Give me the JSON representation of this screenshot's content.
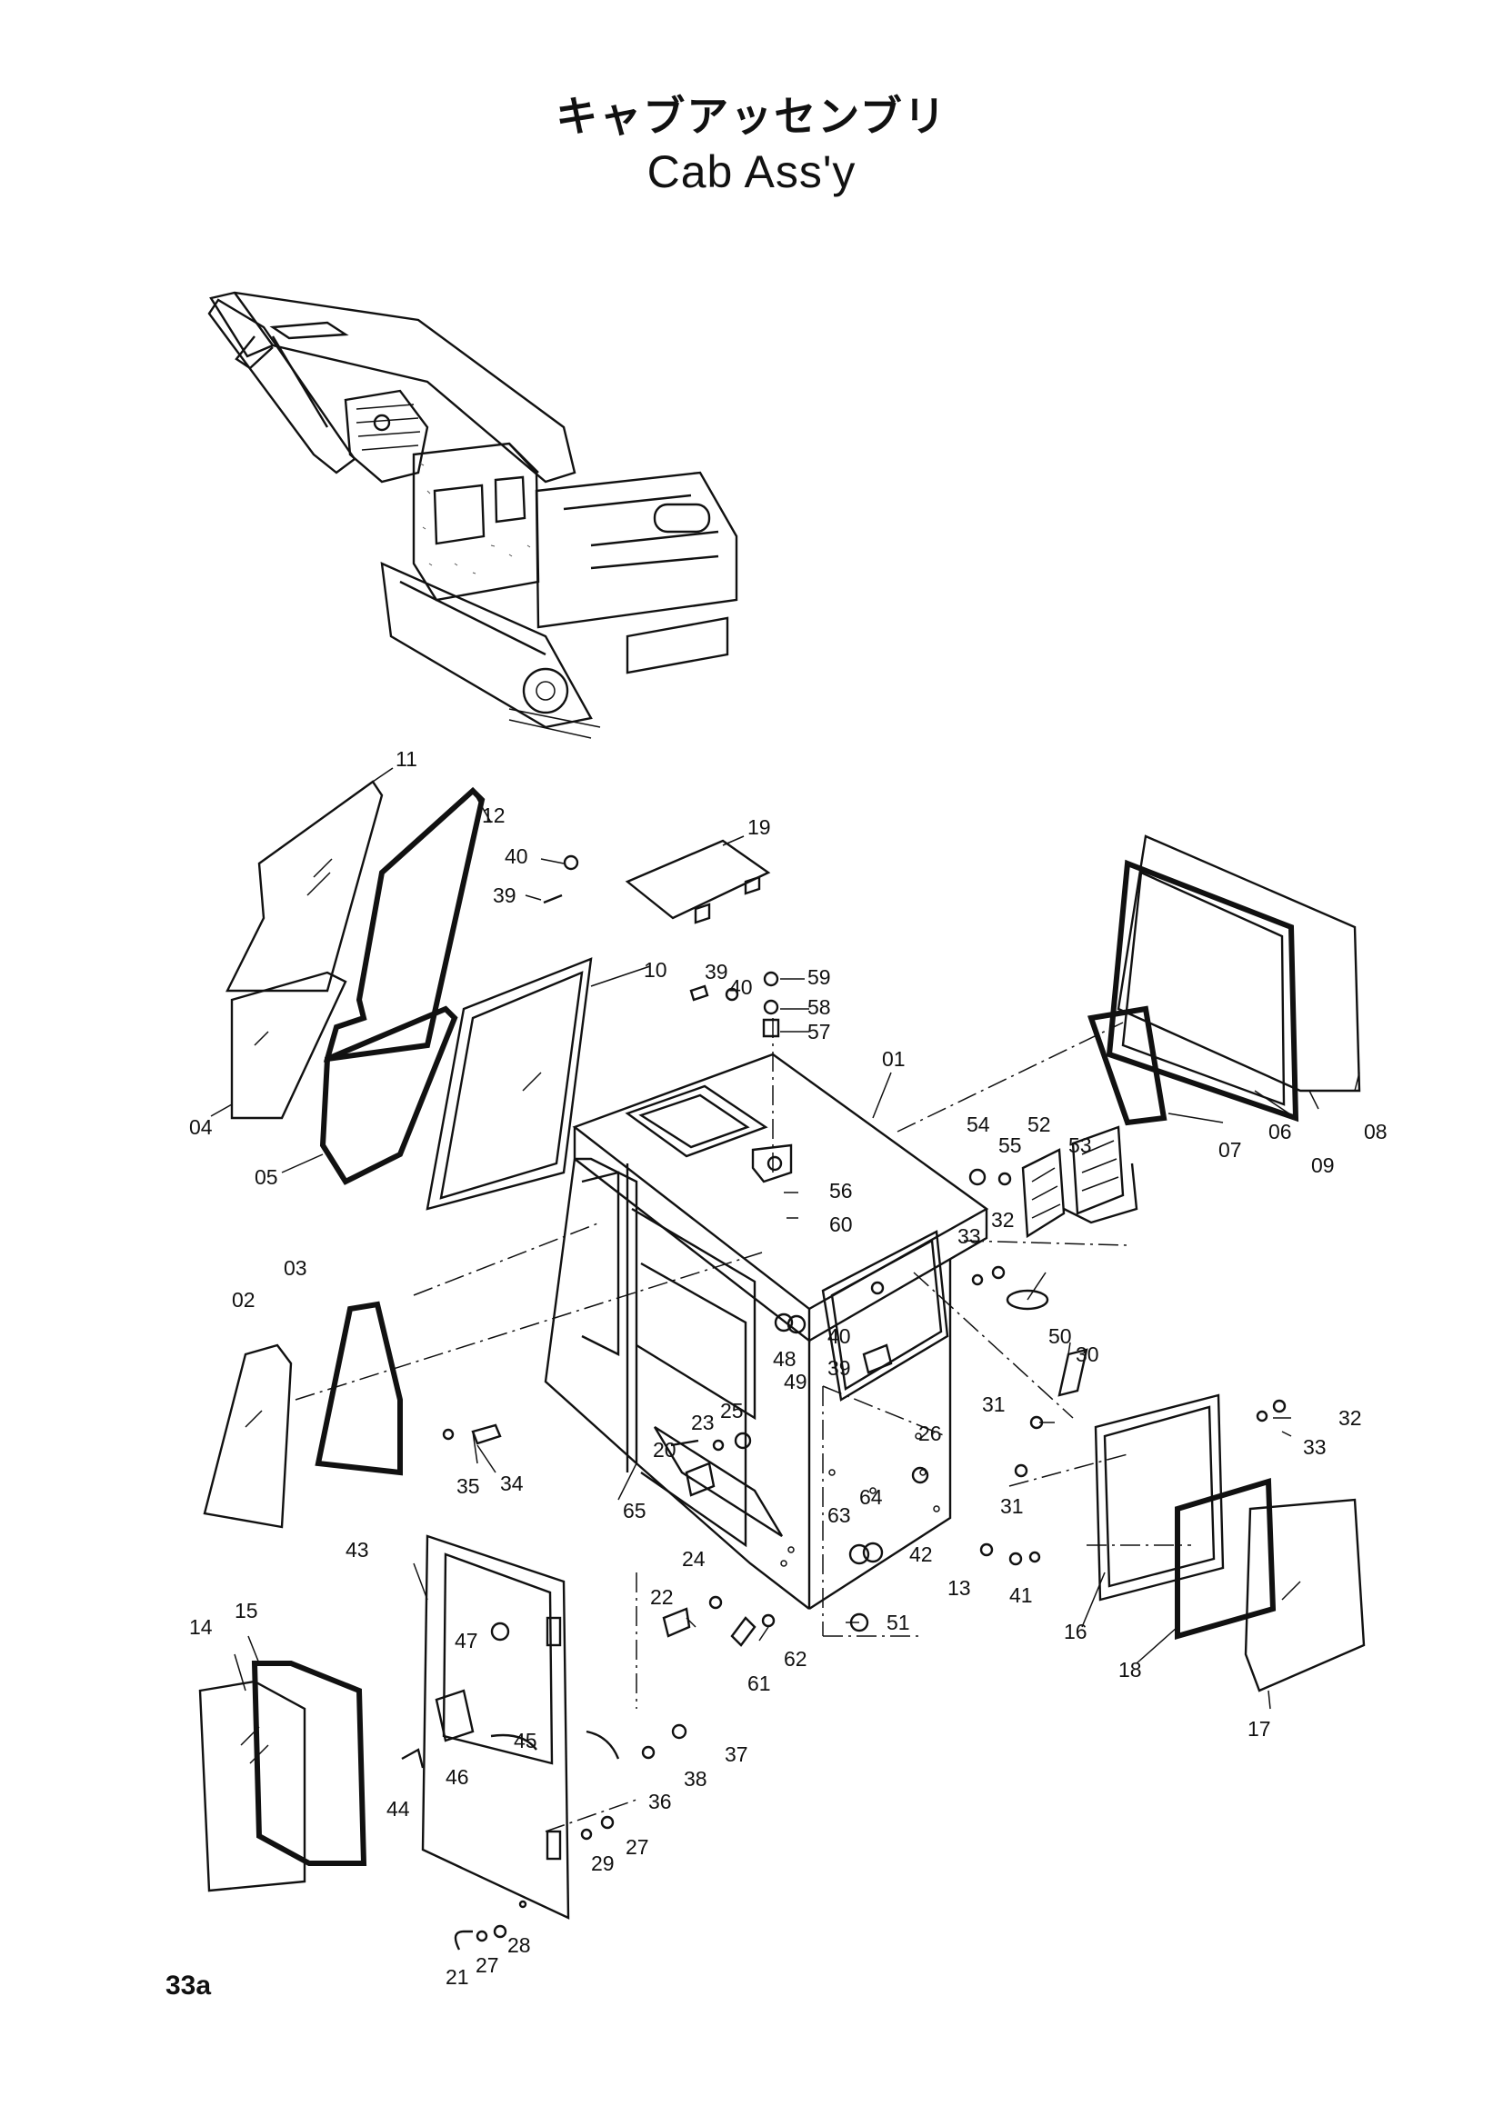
{
  "title": {
    "japanese": "キャブアッセンブリ",
    "english": "Cab Ass'y"
  },
  "page_number": "33a",
  "part_labels": [
    {
      "id": "p11",
      "text": "11"
    },
    {
      "id": "p12",
      "text": "12"
    },
    {
      "id": "p40a",
      "text": "40"
    },
    {
      "id": "p39a",
      "text": "39"
    },
    {
      "id": "p19",
      "text": "19"
    },
    {
      "id": "p10",
      "text": "10"
    },
    {
      "id": "p39b",
      "text": "39"
    },
    {
      "id": "p40b",
      "text": "40"
    },
    {
      "id": "p59",
      "text": "59"
    },
    {
      "id": "p58",
      "text": "58"
    },
    {
      "id": "p57",
      "text": "57"
    },
    {
      "id": "p04",
      "text": "04"
    },
    {
      "id": "p05",
      "text": "05"
    },
    {
      "id": "p01",
      "text": "01"
    },
    {
      "id": "p54",
      "text": "54"
    },
    {
      "id": "p55",
      "text": "55"
    },
    {
      "id": "p52",
      "text": "52"
    },
    {
      "id": "p53",
      "text": "53"
    },
    {
      "id": "p06",
      "text": "06"
    },
    {
      "id": "p07",
      "text": "07"
    },
    {
      "id": "p09",
      "text": "09"
    },
    {
      "id": "p08",
      "text": "08"
    },
    {
      "id": "p56",
      "text": "56"
    },
    {
      "id": "p60",
      "text": "60"
    },
    {
      "id": "p33a",
      "text": "33"
    },
    {
      "id": "p32a",
      "text": "32"
    },
    {
      "id": "p03",
      "text": "03"
    },
    {
      "id": "p02",
      "text": "02"
    },
    {
      "id": "p40c",
      "text": "40"
    },
    {
      "id": "p48",
      "text": "48"
    },
    {
      "id": "p39c",
      "text": "39"
    },
    {
      "id": "p49",
      "text": "49"
    },
    {
      "id": "p50",
      "text": "50"
    },
    {
      "id": "p30",
      "text": "30"
    },
    {
      "id": "p31a",
      "text": "31"
    },
    {
      "id": "p32b",
      "text": "32"
    },
    {
      "id": "p33b",
      "text": "33"
    },
    {
      "id": "p23",
      "text": "23"
    },
    {
      "id": "p25",
      "text": "25"
    },
    {
      "id": "p26",
      "text": "26"
    },
    {
      "id": "p20",
      "text": "20"
    },
    {
      "id": "p35",
      "text": "35"
    },
    {
      "id": "p34",
      "text": "34"
    },
    {
      "id": "p65",
      "text": "65"
    },
    {
      "id": "p31b",
      "text": "31"
    },
    {
      "id": "p63",
      "text": "63"
    },
    {
      "id": "p64",
      "text": "64"
    },
    {
      "id": "p42",
      "text": "42"
    },
    {
      "id": "p13",
      "text": "13"
    },
    {
      "id": "p41",
      "text": "41"
    },
    {
      "id": "p16",
      "text": "16"
    },
    {
      "id": "p18",
      "text": "18"
    },
    {
      "id": "p17",
      "text": "17"
    },
    {
      "id": "p43",
      "text": "43"
    },
    {
      "id": "p22",
      "text": "22"
    },
    {
      "id": "p24",
      "text": "24"
    },
    {
      "id": "p61",
      "text": "61"
    },
    {
      "id": "p62",
      "text": "62"
    },
    {
      "id": "p51",
      "text": "51"
    },
    {
      "id": "p14",
      "text": "14"
    },
    {
      "id": "p15",
      "text": "15"
    },
    {
      "id": "p47",
      "text": "47"
    },
    {
      "id": "p45",
      "text": "45"
    },
    {
      "id": "p37",
      "text": "37"
    },
    {
      "id": "p38",
      "text": "38"
    },
    {
      "id": "p36",
      "text": "36"
    },
    {
      "id": "p46",
      "text": "46"
    },
    {
      "id": "p44",
      "text": "44"
    },
    {
      "id": "p29",
      "text": "29"
    },
    {
      "id": "p27a",
      "text": "27"
    },
    {
      "id": "p27b",
      "text": "27"
    },
    {
      "id": "p28",
      "text": "28"
    },
    {
      "id": "p21",
      "text": "21"
    }
  ]
}
